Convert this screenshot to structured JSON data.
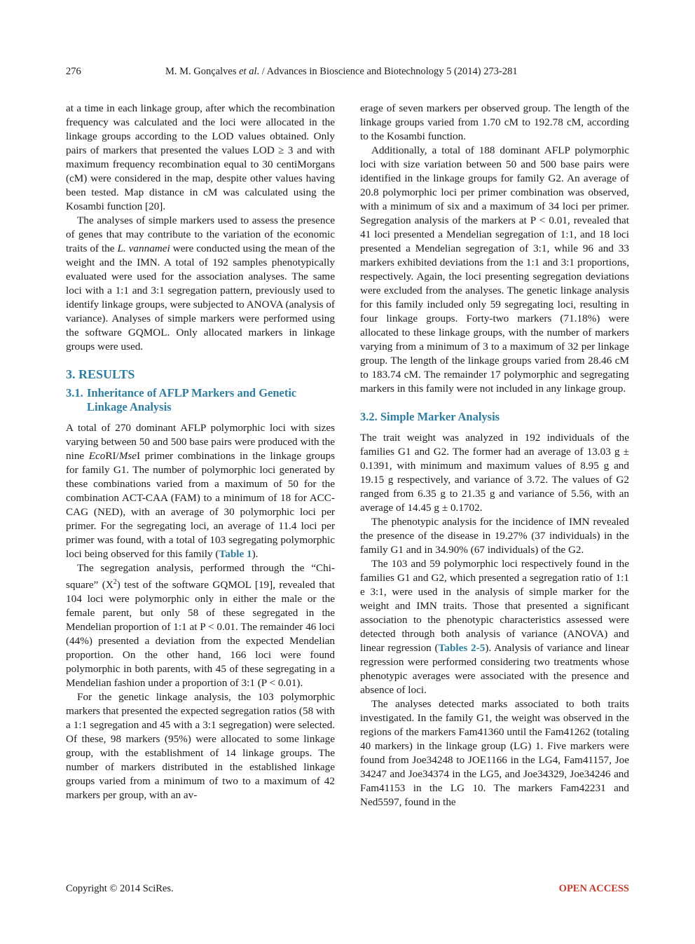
{
  "header": {
    "page_number": "276",
    "authors": "M. M. Gonçalves ",
    "et_al": "et al",
    "journal": ". / Advances in Bioscience and Biotechnology 5 (2014) 273-281"
  },
  "left": {
    "p1": "at a time in each linkage group, after which the recombination frequency was calculated and the loci were allocated in the linkage groups according to the LOD values obtained. Only pairs of markers that presented the values LOD ≥ 3 and with maximum frequency recombination equal to 30 centiMorgans (cM) were considered in the map, despite other values having been tested. Map distance in cM was calculated using the Kosambi function [20].",
    "p2a": "The analyses of simple markers used to assess the presence of genes that may contribute to the variation of the economic traits of the ",
    "p2_species": "L. vannamei",
    "p2b": " were conducted using the mean of the weight and the IMN. A total of 192 samples phenotypically evaluated were used for the association analyses. The same loci with a 1:1 and 3:1 segregation pattern, previously used to identify linkage groups, were subjected to ANOVA (analysis of variance). Analyses of simple markers were performed using the software GQMOL. Only allocated markers in linkage groups were used.",
    "section_title": "3. RESULTS",
    "sub1_num": "3.1.",
    "sub1_title_a": "Inheritance of AFLP Markers and Genetic",
    "sub1_title_b": "Linkage Analysis",
    "p3a": "A total of 270 dominant AFLP polymorphic loci with sizes varying between 50 and 500 base pairs were produced with the nine ",
    "p3_eco": "Eco",
    "p3_ri": "RI/",
    "p3_mse": "Mse",
    "p3b": "I primer combinations in the linkage groups for family G1. The number of polymorphic loci generated by these combinations varied from a maximum of 50 for the combination ACT-CAA (FAM) to a minimum of 18 for ACC-CAG (NED), with an average of 30 polymorphic loci per primer. For the segregating loci, an average of 11.4 loci per primer was found, with a total of 103 segregating polymorphic loci being observed for this family (",
    "p3_ref": "Table 1",
    "p3c": ").",
    "p4a": "The segregation analysis, performed through the “Chi-square” (X",
    "p4_sup": "2",
    "p4b": ") test of the software GQMOL [19], revealed that 104 loci were polymorphic only in either the male or the female parent, but only 58 of these segregated in the Mendelian proportion of 1:1 at P < 0.01. The remainder 46 loci (44%) presented a deviation from the expected Mendelian proportion. On the other hand, 166 loci were found polymorphic in both parents, with 45 of these segregating in a Mendelian fashion under a proportion of 3:1 (P < 0.01).",
    "p5": "For the genetic linkage analysis, the 103 polymorphic markers that presented the expected segregation ratios (58 with a 1:1 segregation and 45 with a 3:1 segregation) were selected. Of these, 98 markers (95%) were allocated to some linkage group, with the establishment of 14 linkage groups. The number of markers distributed in the established linkage groups varied from a minimum of two to a maximum of 42 markers per group, with an av-"
  },
  "right": {
    "p1": "erage of seven markers per observed group. The length of the linkage groups varied from 1.70 cM to 192.78 cM, according to the Kosambi function.",
    "p2": "Additionally, a total of 188 dominant AFLP polymorphic loci with size variation between 50 and 500 base pairs were identified in the linkage groups for family G2. An average of 20.8 polymorphic loci per primer combination was observed, with a minimum of six and a maximum of 34 loci per primer. Segregation analysis of the markers at P < 0.01, revealed that 41 loci presented a Mendelian segregation of 1:1, and 18 loci presented a Mendelian segregation of 3:1, while 96 and 33 markers exhibited deviations from the 1:1 and 3:1 proportions, respectively. Again, the loci presenting segregation deviations were excluded from the analyses. The genetic linkage analysis for this family included only 59 segregating loci, resulting in four linkage groups. Forty-two markers (71.18%) were allocated to these linkage groups, with the number of markers varying from a minimum of 3 to a maximum of 32 per linkage group. The length of the linkage groups varied from 28.46 cM to 183.74 cM. The remainder 17 polymorphic and segregating markers in this family were not included in any linkage group.",
    "sub2_num": "3.2.",
    "sub2_title": "Simple Marker Analysis",
    "p3": "The trait weight was analyzed in 192 individuals of the families G1 and G2. The former had an average of 13.03 g ± 0.1391, with minimum and maximum values of 8.95 g and 19.15 g respectively, and variance of 3.72. The values of G2 ranged from 6.35 g to 21.35 g and variance of 5.56, with an average of 14.45 g ± 0.1702.",
    "p4": "The phenotypic analysis for the incidence of IMN revealed the presence of the disease in 19.27% (37 individuals) in the family G1 and in 34.90% (67 individuals) of the G2.",
    "p5a": "The 103 and 59 polymorphic loci respectively found in the families G1 and G2, which presented a segregation ratio of 1:1 e 3:1, were used in the analysis of simple marker for the weight and IMN traits. Those that presented a significant association to the phenotypic characteristics assessed were detected through both analysis of variance (ANOVA) and linear regression (",
    "p5_ref": "Tables 2-5",
    "p5b": "). Analysis of variance and linear regression were performed considering two treatments whose phenotypic averages were associated with the presence and absence of loci.",
    "p6": "The analyses detected marks associated to both traits investigated. In the family G1, the weight was observed in the regions of the markers Fam41360 until the Fam41262 (totaling 40 markers) in the linkage group (LG) 1. Five markers were found from Joe34248 to JOE1166 in the LG4, Fam41157, Joe 34247 and Joe34374 in the LG5, and Joe34329, Joe34246 and Fam41153 in the LG 10. The markers Fam42231 and Ned5597, found in the"
  },
  "footer": {
    "copyright": "Copyright © 2014 SciRes.",
    "open_access": "OPEN ACCESS"
  },
  "colors": {
    "heading": "#2e7d9f",
    "open_access": "#c0392b"
  }
}
